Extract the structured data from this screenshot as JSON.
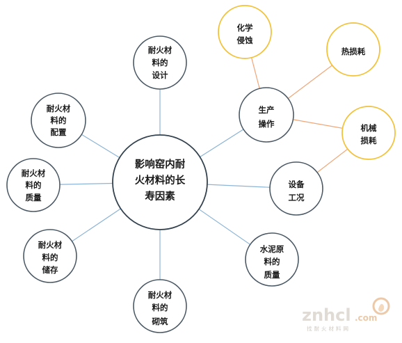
{
  "diagram": {
    "center": {
      "lines": [
        "影响窑内耐",
        "火材料的长",
        "寿因素"
      ]
    },
    "factors": {
      "design": {
        "lines": [
          "耐火材",
          "料的",
          "设计"
        ]
      },
      "config": {
        "lines": [
          "耐火材",
          "料的",
          "配置"
        ]
      },
      "quality": {
        "lines": [
          "耐火材",
          "料的",
          "质量"
        ]
      },
      "storage": {
        "lines": [
          "耐火材",
          "料的",
          "储存"
        ]
      },
      "masonry": {
        "lines": [
          "耐火材",
          "料的",
          "砌筑"
        ]
      },
      "raw_material": {
        "lines": [
          "水泥原",
          "料的",
          "质量"
        ]
      },
      "equipment": {
        "lines": [
          "设备",
          "工况"
        ]
      },
      "operation": {
        "lines": [
          "生产",
          "操作"
        ]
      }
    },
    "operation_effects": {
      "chemical": {
        "lines": [
          "化学",
          "侵蚀"
        ]
      },
      "thermal": {
        "lines": [
          "热损耗"
        ]
      },
      "mechanical": {
        "lines": [
          "机械",
          "损耗"
        ]
      }
    }
  },
  "watermark": {
    "brand": "znhcl",
    "domain_suffix": ".com",
    "tagline": "找耐火材料网"
  },
  "colors": {
    "main_outline": "#33424e",
    "factor_outline": "#4a5864",
    "effect_outline": "#f2c23a",
    "blue_link": "#8cb4d6",
    "orange_link": "#f0a677",
    "watermark_text": "#e0dcd5",
    "watermark_accent": "#ecc9a8"
  }
}
